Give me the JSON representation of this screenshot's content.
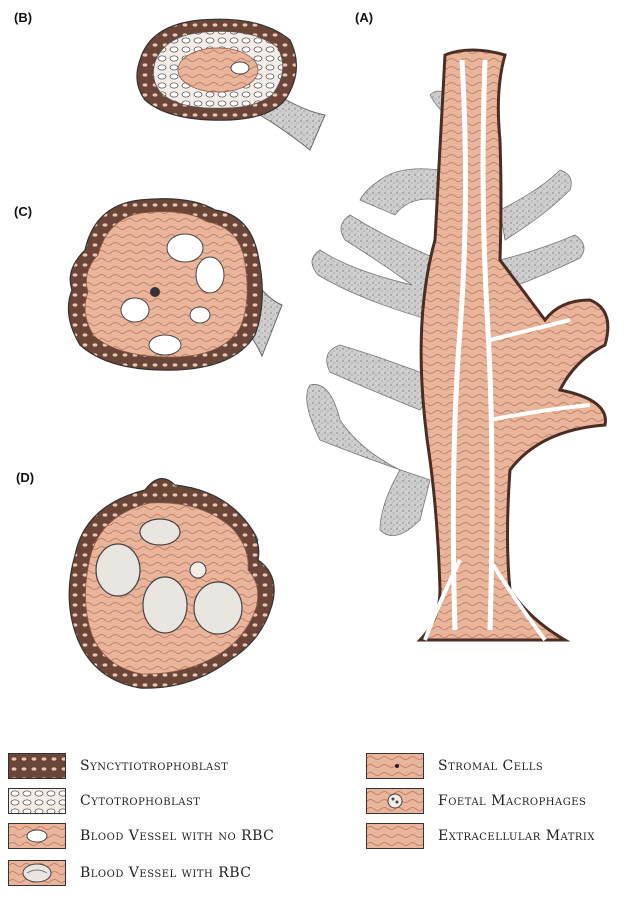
{
  "panels": {
    "a": "(A)",
    "b": "(B)",
    "c": "(C)",
    "d": "(D)"
  },
  "legend": {
    "left": [
      {
        "label": "Syncytiotrophoblast",
        "swatch": "syncytiotrophoblast"
      },
      {
        "label": "Cytotrophoblast",
        "swatch": "cytotrophoblast"
      },
      {
        "label": "Blood Vessel with no RBC",
        "swatch": "vessel-no-rbc"
      },
      {
        "label": "Blood Vessel with RBC",
        "swatch": "vessel-rbc"
      }
    ],
    "right": [
      {
        "label": "Stromal Cells",
        "swatch": "stromal"
      },
      {
        "label": "Foetal Macrophages",
        "swatch": "macrophage"
      },
      {
        "label": "Extracellular Matrix",
        "swatch": "ecm"
      }
    ]
  },
  "colors": {
    "tissue": "#e8b49a",
    "tissue_dark": "#c9856a",
    "syncytio": "#5a3a30",
    "vessel_wall": "#ffffff",
    "stipple": "#9a9a9a",
    "outline": "#333333"
  }
}
